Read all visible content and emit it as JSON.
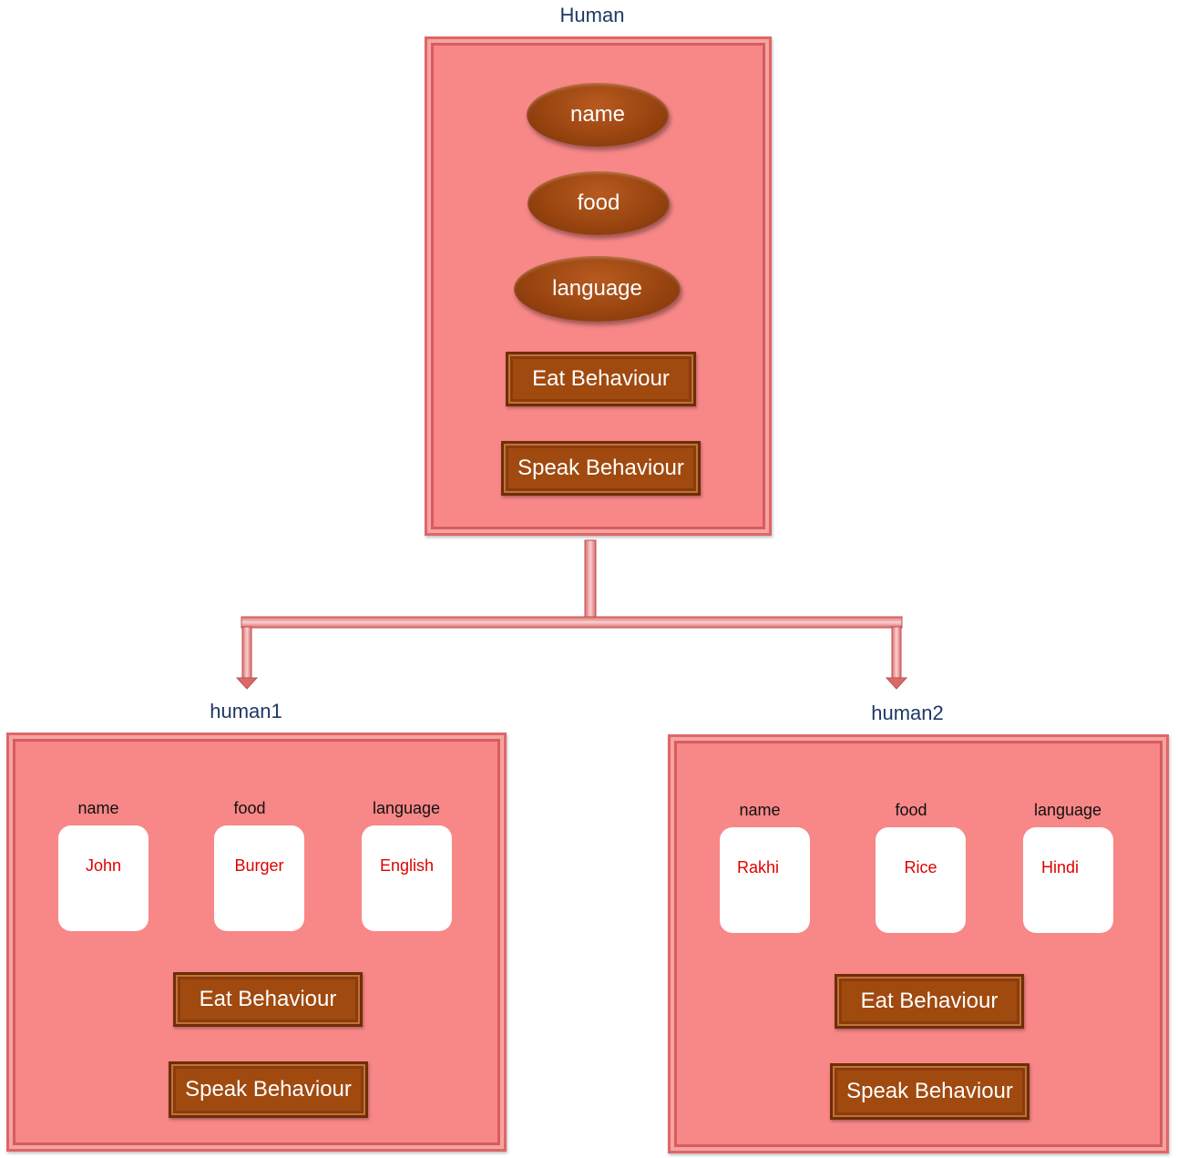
{
  "parent": {
    "title": "Human",
    "attributes": [
      "name",
      "food",
      "language"
    ],
    "behaviours": [
      "Eat Behaviour",
      "Speak Behaviour"
    ]
  },
  "children": [
    {
      "title": "human1",
      "fields": [
        {
          "label": "name",
          "value": "John"
        },
        {
          "label": "food",
          "value": "Burger"
        },
        {
          "label": "language",
          "value": "English"
        }
      ],
      "behaviours": [
        "Eat Behaviour",
        "Speak Behaviour"
      ]
    },
    {
      "title": "human2",
      "fields": [
        {
          "label": "name",
          "value": "Rakhi"
        },
        {
          "label": "food",
          "value": "Rice"
        },
        {
          "label": "language",
          "value": "Hindi"
        }
      ],
      "behaviours": [
        "Eat Behaviour",
        "Speak Behaviour"
      ]
    }
  ],
  "colors": {
    "box_fill": "#f88787",
    "oval_fill": "#9a4510",
    "button_fill": "#a04a10",
    "title_text": "#1f3864",
    "value_text": "#e00000"
  }
}
